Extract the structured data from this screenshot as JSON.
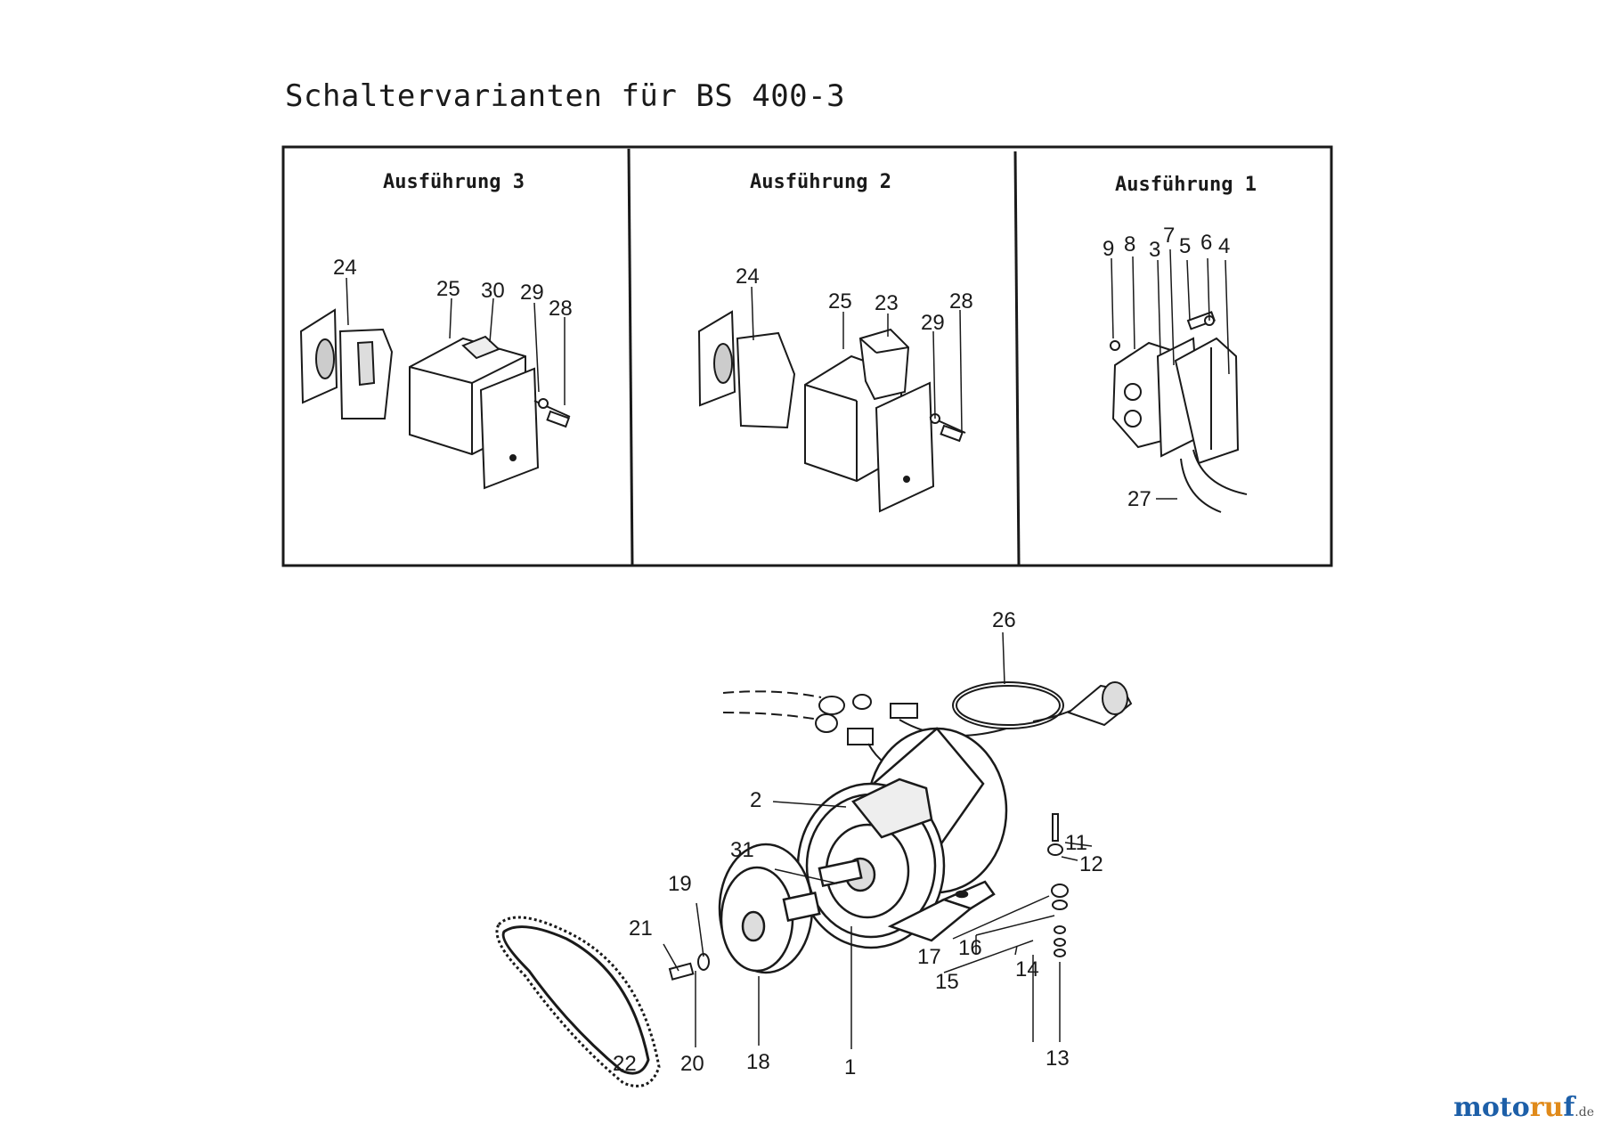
{
  "title": "Schaltervarianten für BS 400-3",
  "panels": [
    {
      "title": "Ausführung 3",
      "labels": [
        "24",
        "25",
        "30",
        "29",
        "28"
      ]
    },
    {
      "title": "Ausführung 2",
      "labels": [
        "24",
        "25",
        "23",
        "29",
        "28"
      ]
    },
    {
      "title": "Ausführung 1",
      "labels": [
        "9",
        "8",
        "3",
        "7",
        "5",
        "6",
        "4",
        "27"
      ]
    }
  ],
  "motor_labels": [
    "26",
    "2",
    "11",
    "12",
    "31",
    "19",
    "21",
    "17",
    "16",
    "15",
    "14",
    "22",
    "20",
    "18",
    "1",
    "13"
  ],
  "watermark": {
    "a": "moto",
    "b": "ru",
    "c": "f",
    "d": ".de"
  }
}
